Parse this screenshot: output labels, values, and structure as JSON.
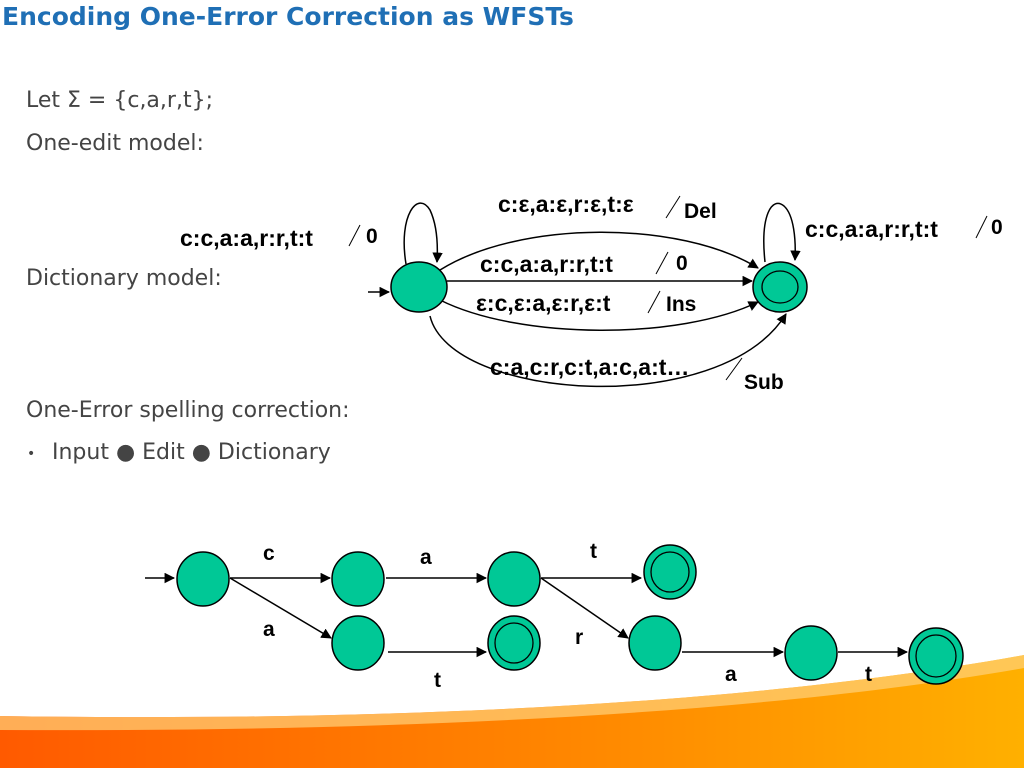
{
  "title": "Encoding One-Error Correction as WFSTs",
  "text": {
    "sigma": "Let Σ = {c,a,r,t};",
    "edit_model": "One-edit model:",
    "dict_model": "Dictionary model:",
    "spelling": "One-Error spelling correction:",
    "bullet": "•",
    "pipeline": "Input ● Edit ● Dictionary"
  },
  "edit_fst": {
    "self_loop_start": "c:c,a:a,r:r,t:t",
    "self_loop_start_weight": "0",
    "self_loop_end": "c:c,a:a,r:r,t:t",
    "self_loop_end_weight": "0",
    "del": "c:ε,a:ε,r:ε,t:ε",
    "del_weight": "Del",
    "match": "c:c,a:a,r:r,t:t",
    "match_weight": "0",
    "ins": "ε:c,ε:a,ε:r,ε:t",
    "ins_weight": "Ins",
    "sub": "c:a,c:r,c:t,a:c,a:t…",
    "sub_weight": "Sub"
  },
  "dict_fst": {
    "c": "c",
    "a1": "a",
    "t1": "t",
    "a2": "a",
    "t2": "t",
    "r": "r",
    "a3": "a",
    "t3": "t"
  },
  "colors": {
    "state_fill": "#00c896",
    "title": "#1f6fb5",
    "orange": "#ff8a00"
  }
}
